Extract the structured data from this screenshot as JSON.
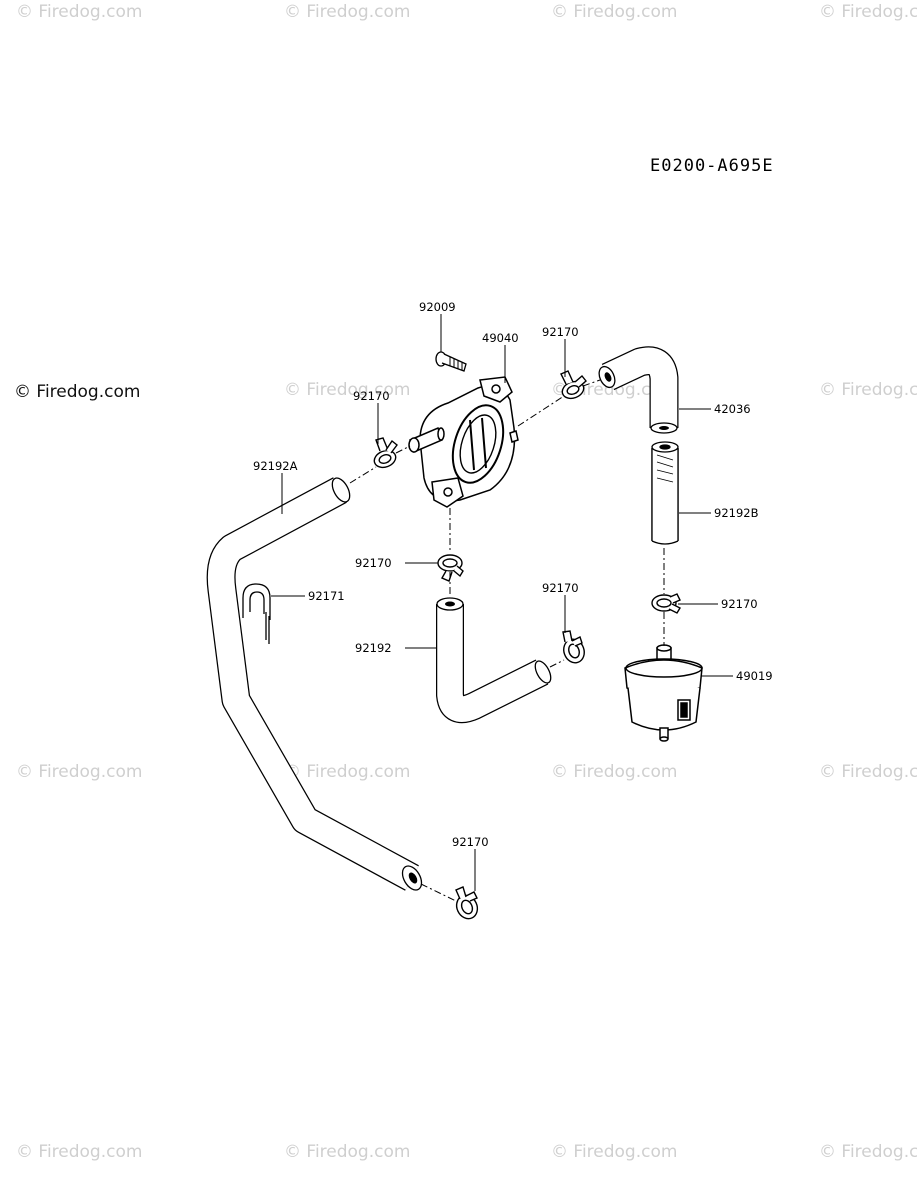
{
  "diagram_code": "E0200-A695E",
  "watermark": "© Firedog.com",
  "watermark_main": "© Firedog.com",
  "labels": {
    "bolt": "92009",
    "fuel_pump": "49040",
    "clamp_top_right": "92170",
    "clamp_top_left": "92170",
    "pipe_elbow": "42036",
    "hose_long": "92192A",
    "hose_right": "92192B",
    "clamp_pump_bottom": "92170",
    "clip": "92171",
    "clamp_center": "92170",
    "clamp_filter": "92170",
    "hose_center": "92192",
    "fuel_filter": "49019",
    "clamp_bottom": "92170"
  }
}
